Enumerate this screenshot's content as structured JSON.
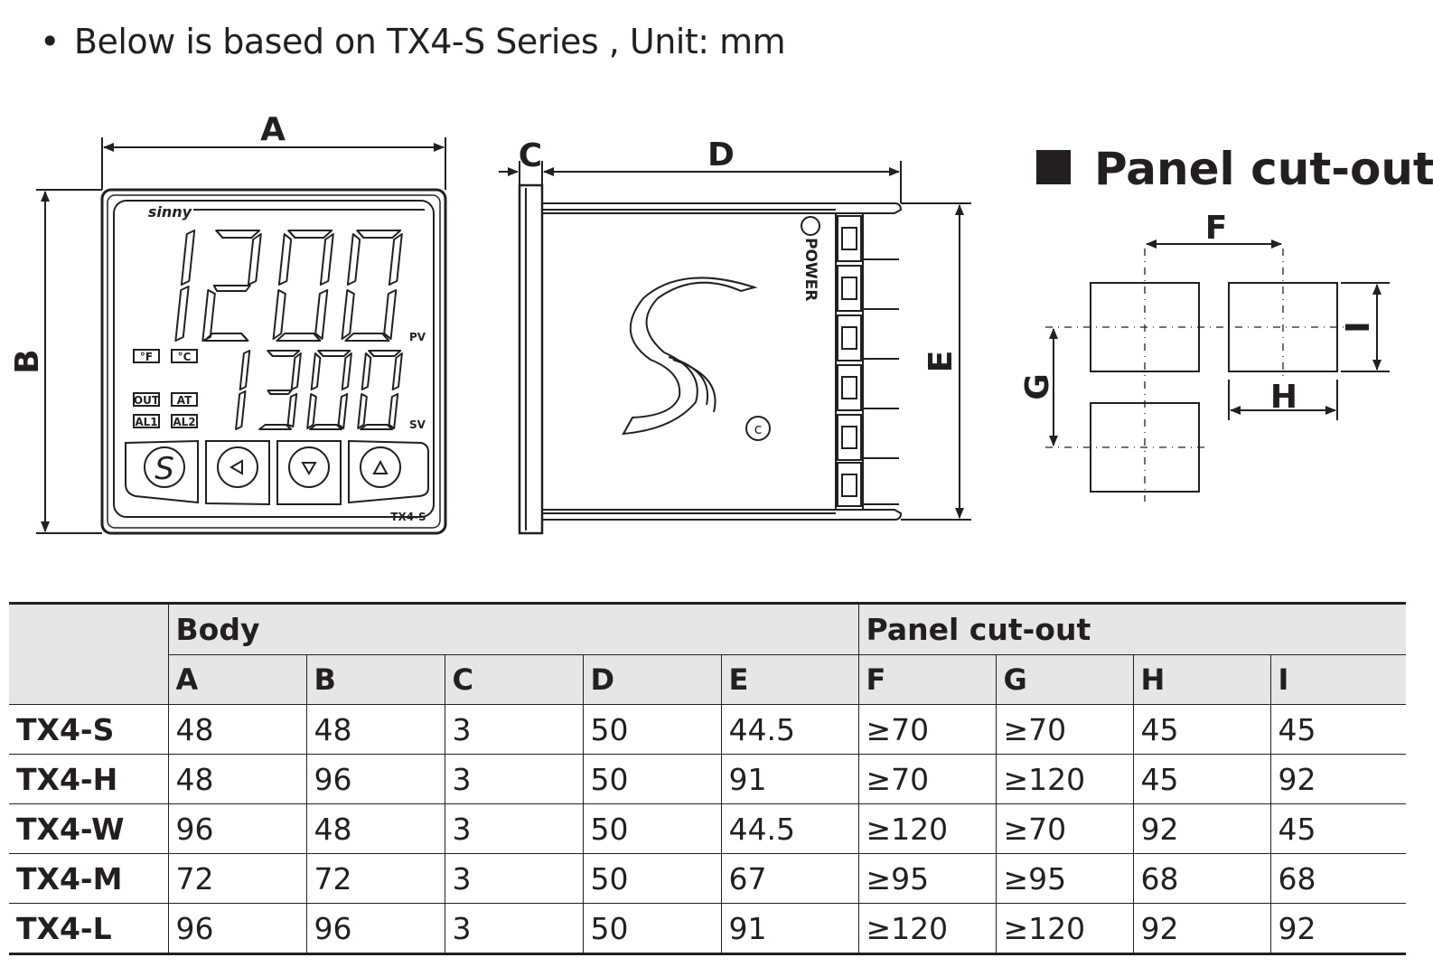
{
  "note": {
    "bullet": "•",
    "text": "Below is based on TX4-S Series , Unit: mm"
  },
  "front_view": {
    "brand": "sinny",
    "pv_value": "1200",
    "sv_value": "1300",
    "pv_label": "PV",
    "sv_label": "SV",
    "indicators": [
      "°F",
      "°C",
      "OUT",
      "AT",
      "AL1",
      "AL2"
    ],
    "buttons": [
      "mode-s",
      "left",
      "down",
      "up"
    ],
    "model_label": "TX4-S"
  },
  "side_view": {
    "power_label": "POWER"
  },
  "dimension_labels": {
    "a": "A",
    "b": "B",
    "c": "C",
    "d": "D",
    "e": "E",
    "f": "F",
    "g": "G",
    "h": "H",
    "i": "I"
  },
  "cutout_title": "Panel cut-out",
  "table": {
    "group_headers": {
      "body": "Body",
      "cutout": "Panel cut-out"
    },
    "columns": [
      "A",
      "B",
      "C",
      "D",
      "E",
      "F",
      "G",
      "H",
      "I"
    ],
    "rows": [
      {
        "model": "TX4-S",
        "values": [
          "48",
          "48",
          "3",
          "50",
          "44.5",
          "≥70",
          "≥70",
          "45",
          "45"
        ]
      },
      {
        "model": "TX4-H",
        "values": [
          "48",
          "96",
          "3",
          "50",
          "91",
          "≥70",
          "≥120",
          "45",
          "92"
        ]
      },
      {
        "model": "TX4-W",
        "values": [
          "96",
          "48",
          "3",
          "50",
          "44.5",
          "≥120",
          "≥70",
          "92",
          "45"
        ]
      },
      {
        "model": "TX4-M",
        "values": [
          "72",
          "72",
          "3",
          "50",
          "67",
          "≥95",
          "≥95",
          "68",
          "68"
        ]
      },
      {
        "model": "TX4-L",
        "values": [
          "96",
          "96",
          "3",
          "50",
          "91",
          "≥120",
          "≥120",
          "92",
          "92"
        ]
      }
    ]
  },
  "colors": {
    "ink": "#231f20",
    "header_bg": "#e6e6e7"
  }
}
